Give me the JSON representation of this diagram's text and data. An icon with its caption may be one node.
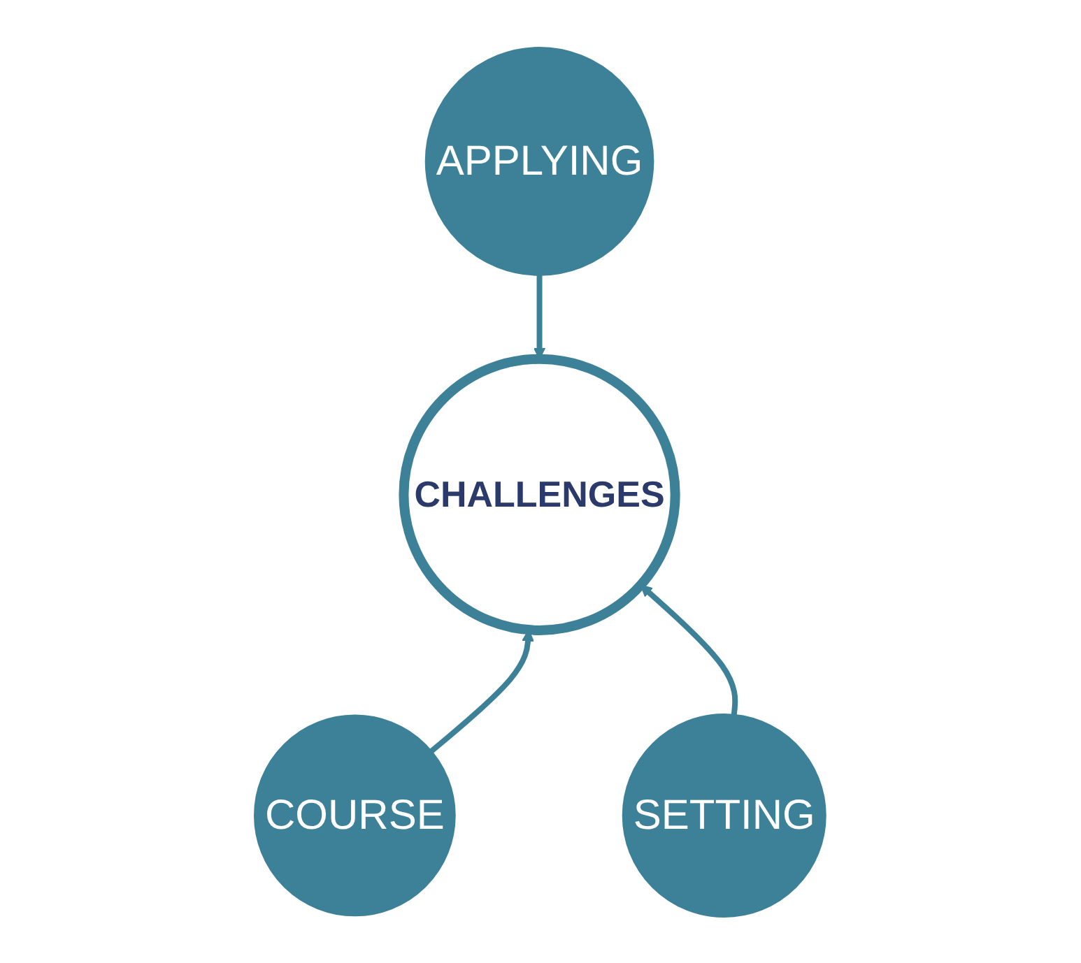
{
  "diagram": {
    "nodes": [
      {
        "text": [
          "APPLYING"
        ]
      },
      {
        "text": [
          "CHALLENGES"
        ]
      },
      {
        "text": [
          "COURSE"
        ]
      },
      {
        "text": [
          "SETTING"
        ]
      }
    ],
    "edges": [
      {
        "from": 0,
        "to": 1,
        "arrow": "to"
      },
      {
        "from": 2,
        "to": 1,
        "arrow": "to"
      },
      {
        "from": 3,
        "to": 1,
        "arrow": "to"
      }
    ]
  }
}
